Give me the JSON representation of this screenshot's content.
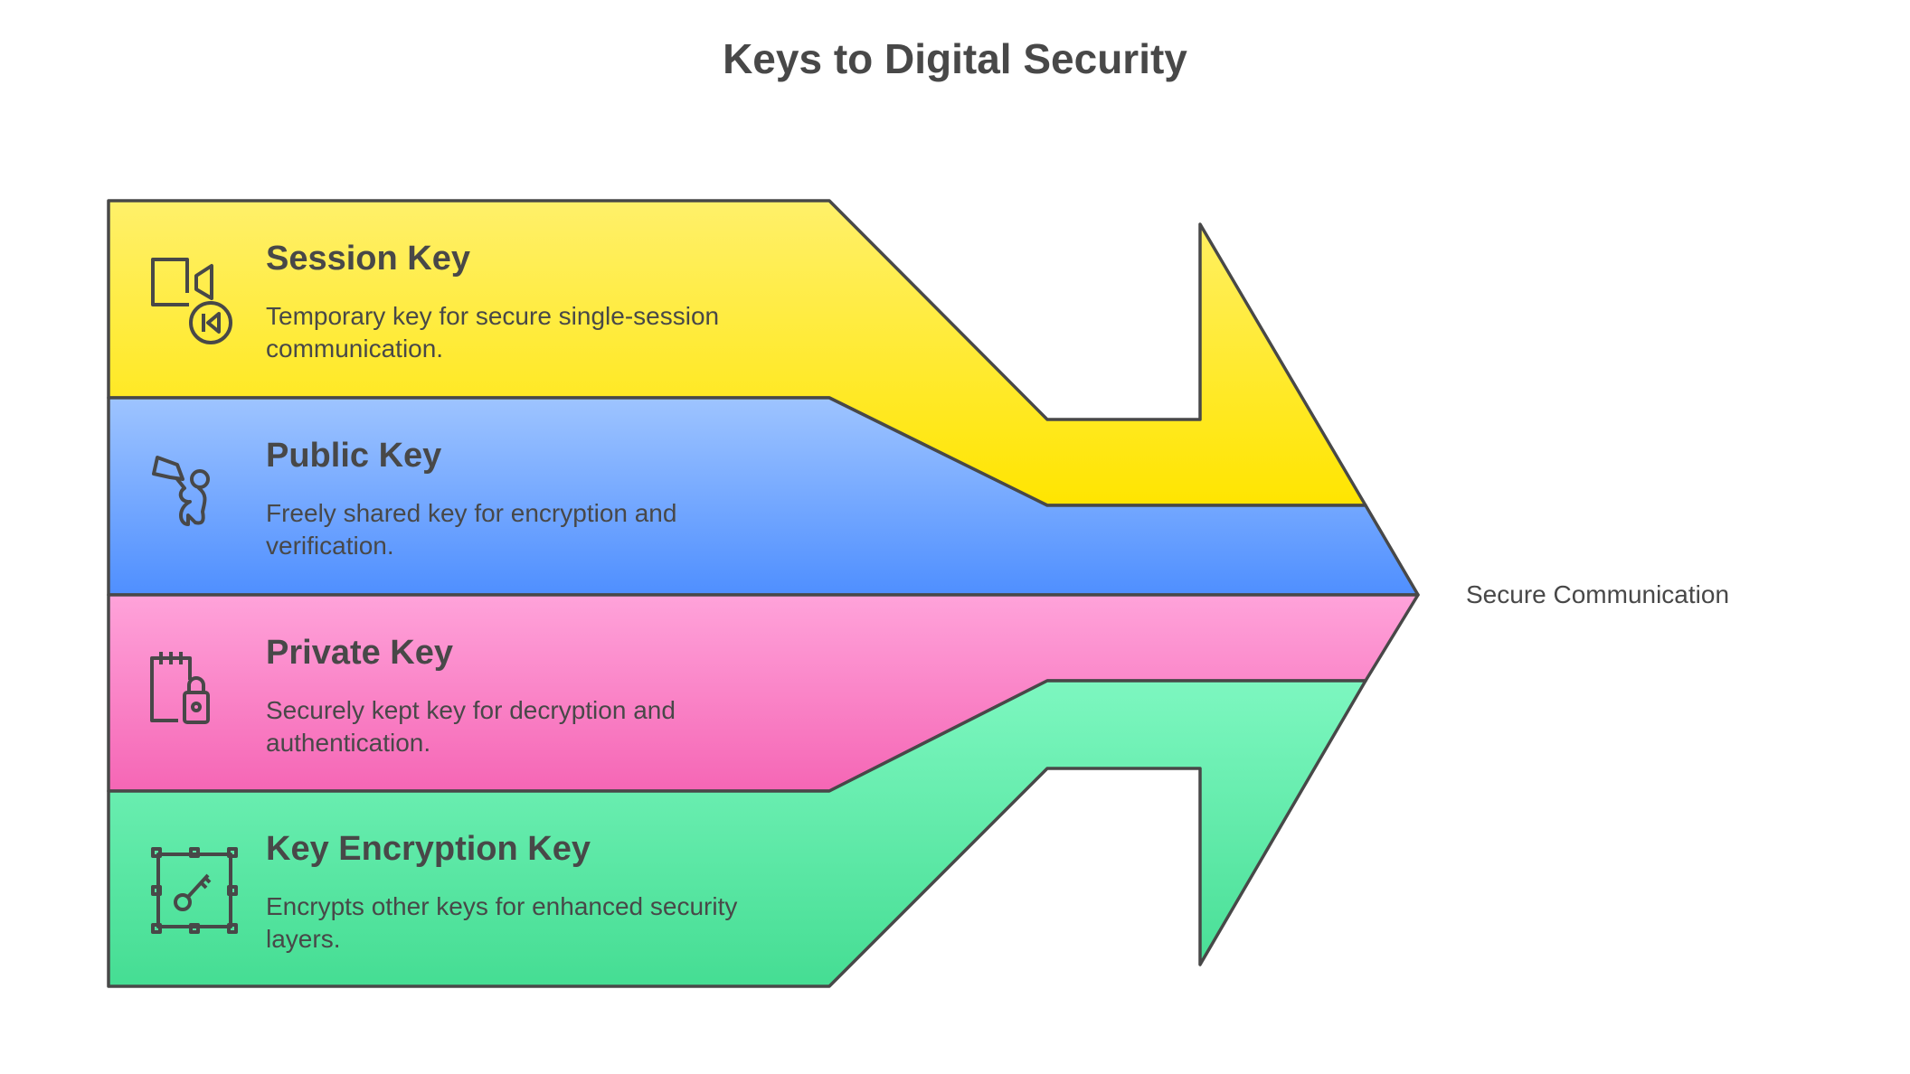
{
  "title": "Keys to Digital Security",
  "outcome": "Secure Communication",
  "colors": {
    "stroke": "#484848",
    "yellow": [
      "#FFF06A",
      "#FFE500"
    ],
    "blue": [
      "#9EC4FF",
      "#4F8FFF"
    ],
    "pink": [
      "#FFA3DA",
      "#F566B5"
    ],
    "green": [
      "#7DF7C0",
      "#45DD93"
    ]
  },
  "items": [
    {
      "heading": "Session Key",
      "desc": "Temporary key for secure single-session communication.",
      "icon": "video-call-rewind-icon"
    },
    {
      "heading": "Public Key",
      "desc": "Freely shared key for encryption and verification.",
      "icon": "megaphone-person-icon"
    },
    {
      "heading": "Private Key",
      "desc": "Securely kept key for decryption and authentication.",
      "icon": "notepad-lock-icon"
    },
    {
      "heading": "Key Encryption Key",
      "desc": "Encrypts other keys for enhanced security layers.",
      "icon": "key-chip-icon"
    }
  ]
}
